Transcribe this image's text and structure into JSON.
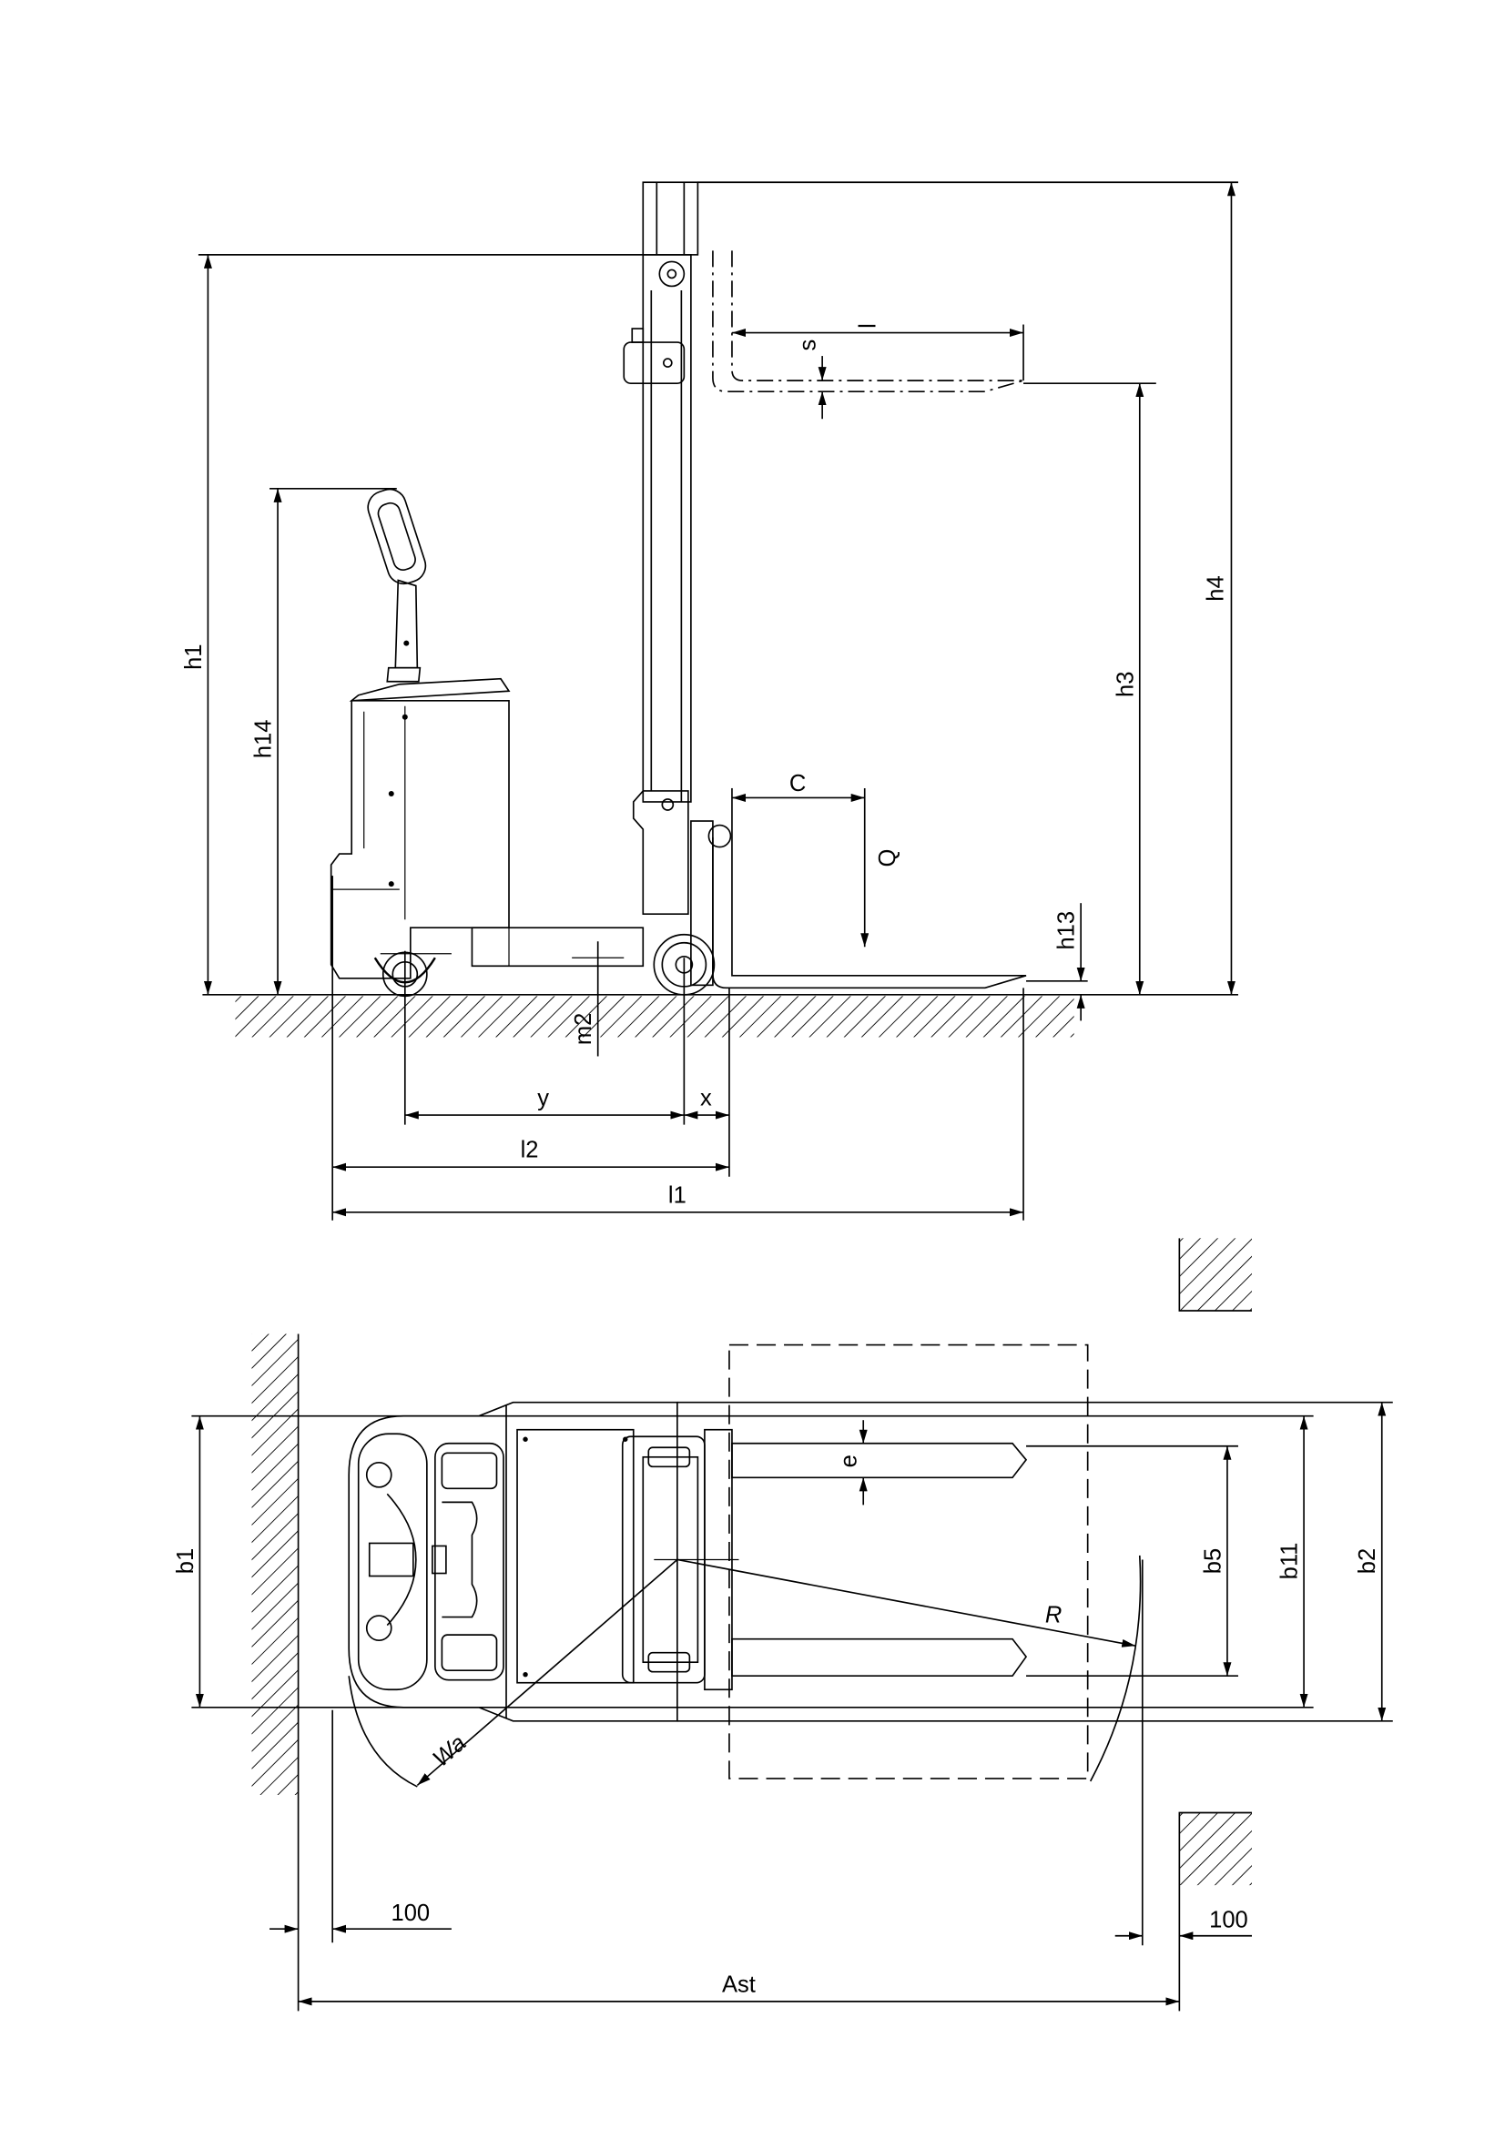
{
  "side_view": {
    "h1": "h1",
    "h14": "h14",
    "h4": "h4",
    "h3": "h3",
    "l": "l",
    "s": "s",
    "c": "C",
    "q": "Q",
    "h13": "h13",
    "m2": "m2",
    "y": "y",
    "x": "x",
    "l2": "l2",
    "l1": "l1"
  },
  "top_view": {
    "e": "e",
    "b5": "b5",
    "b11": "b11",
    "b2": "b2",
    "b1": "b1",
    "r": "R",
    "wa": "Wa",
    "clearance_left": "100",
    "clearance_right": "100",
    "ast": "Ast"
  }
}
